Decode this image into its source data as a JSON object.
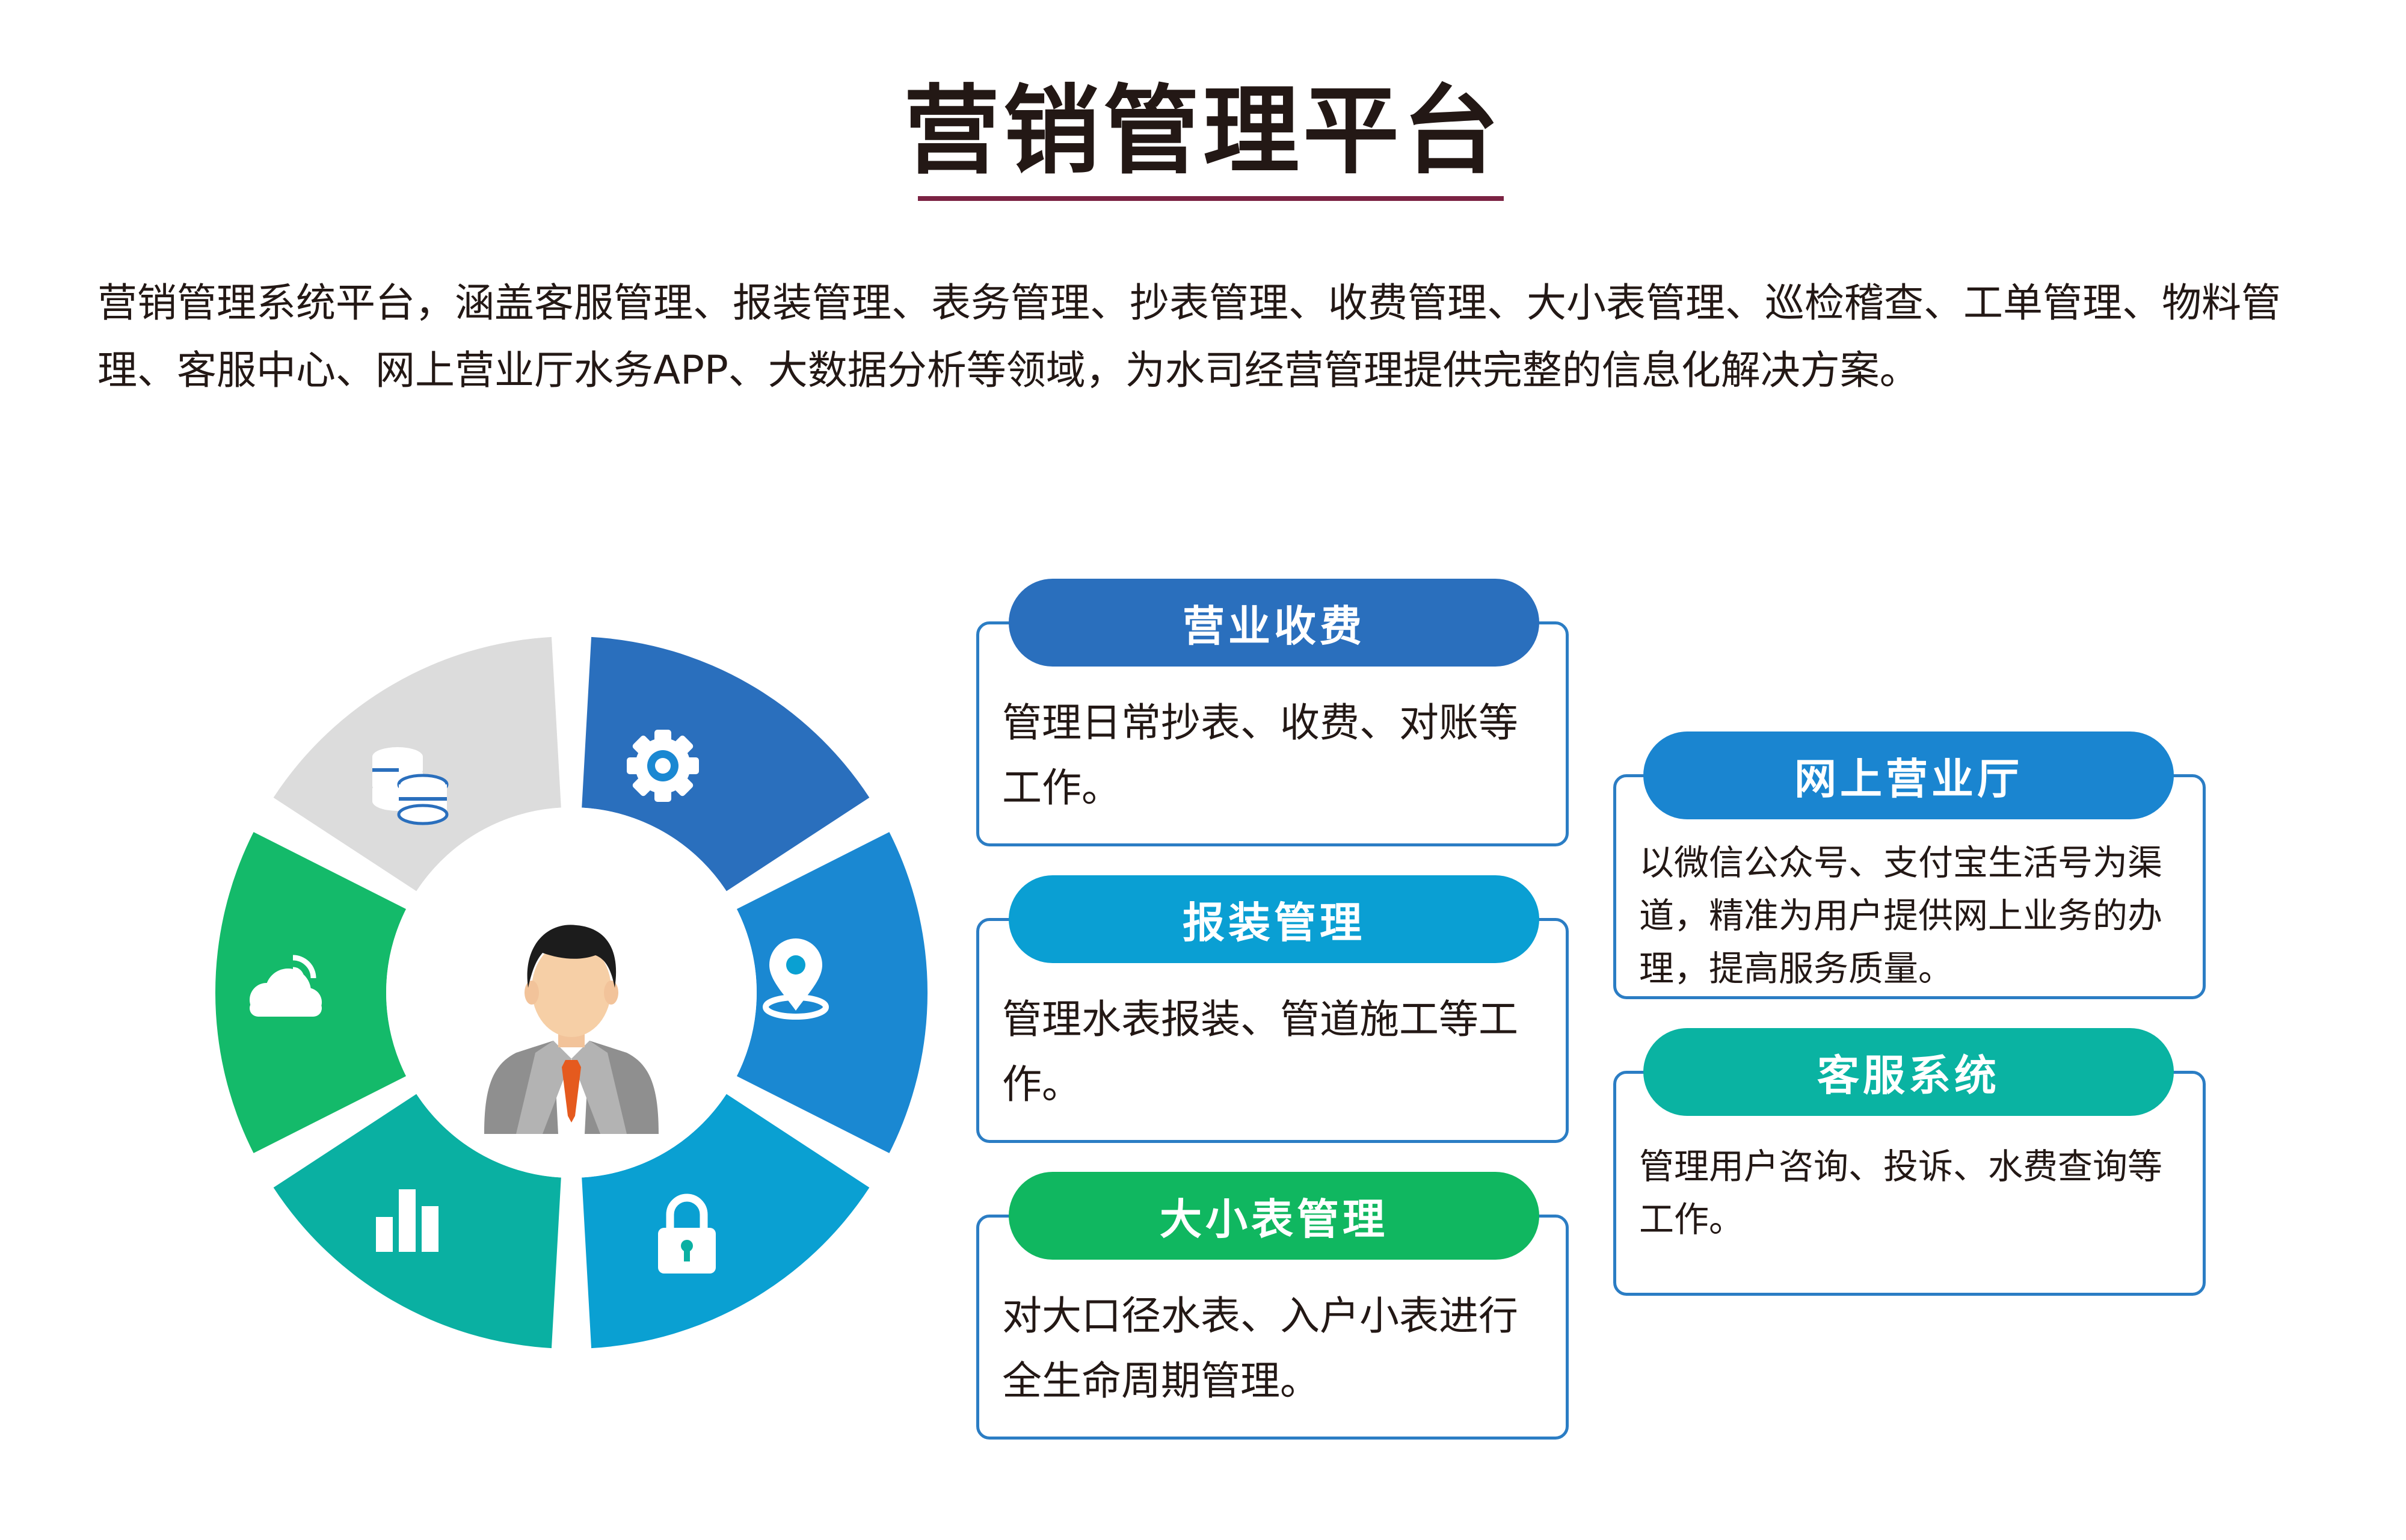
{
  "header": {
    "title": "营销管理平台",
    "description": "营销管理系统平台，涵盖客服管理、报装管理、表务管理、抄表管理、收费管理、大小表管理、巡检稽查、工单管理、物料管理、客服中心、网上营业厅水务APP、大数据分析等领域，为水司经营管理提供完整的信息化解决方案。",
    "underline_color": "#7b2343"
  },
  "wheel": {
    "segments": [
      {
        "icon": "coins-icon",
        "color": "#2a6fbd"
      },
      {
        "icon": "gear-icon",
        "color": "#1a88d2"
      },
      {
        "icon": "location-pin-icon",
        "color": "#0aa0d2"
      },
      {
        "icon": "lock-icon",
        "color": "#0ab0a2"
      },
      {
        "icon": "bar-chart-icon",
        "color": "#14ba6a"
      },
      {
        "icon": "cloud-signal-icon",
        "color": "#dcdcdc"
      }
    ],
    "center": {
      "icon": "businessman-icon"
    }
  },
  "cards": [
    {
      "title": "营业收费",
      "text": "管理日常抄表、收费、对账等工作。",
      "color": "#2a6fbd"
    },
    {
      "title": "报装管理",
      "text": "管理水表报装、管道施工等工作。",
      "color": "#0a9fd3"
    },
    {
      "title": "大小表管理",
      "text": "对大口径水表、入户小表进行全生命周期管理。",
      "color": "#10b760"
    },
    {
      "title": "网上营业厅",
      "text": "以微信公众号、支付宝生活号为渠道，精准为用户提供网上业务的办理，提高服务质量。",
      "color": "#1a85d0"
    },
    {
      "title": "客服系统",
      "text": "管理用户咨询、投诉、水费查询等工作。",
      "color": "#0ab3a2"
    }
  ],
  "card_border_color": "#2b7dc4"
}
